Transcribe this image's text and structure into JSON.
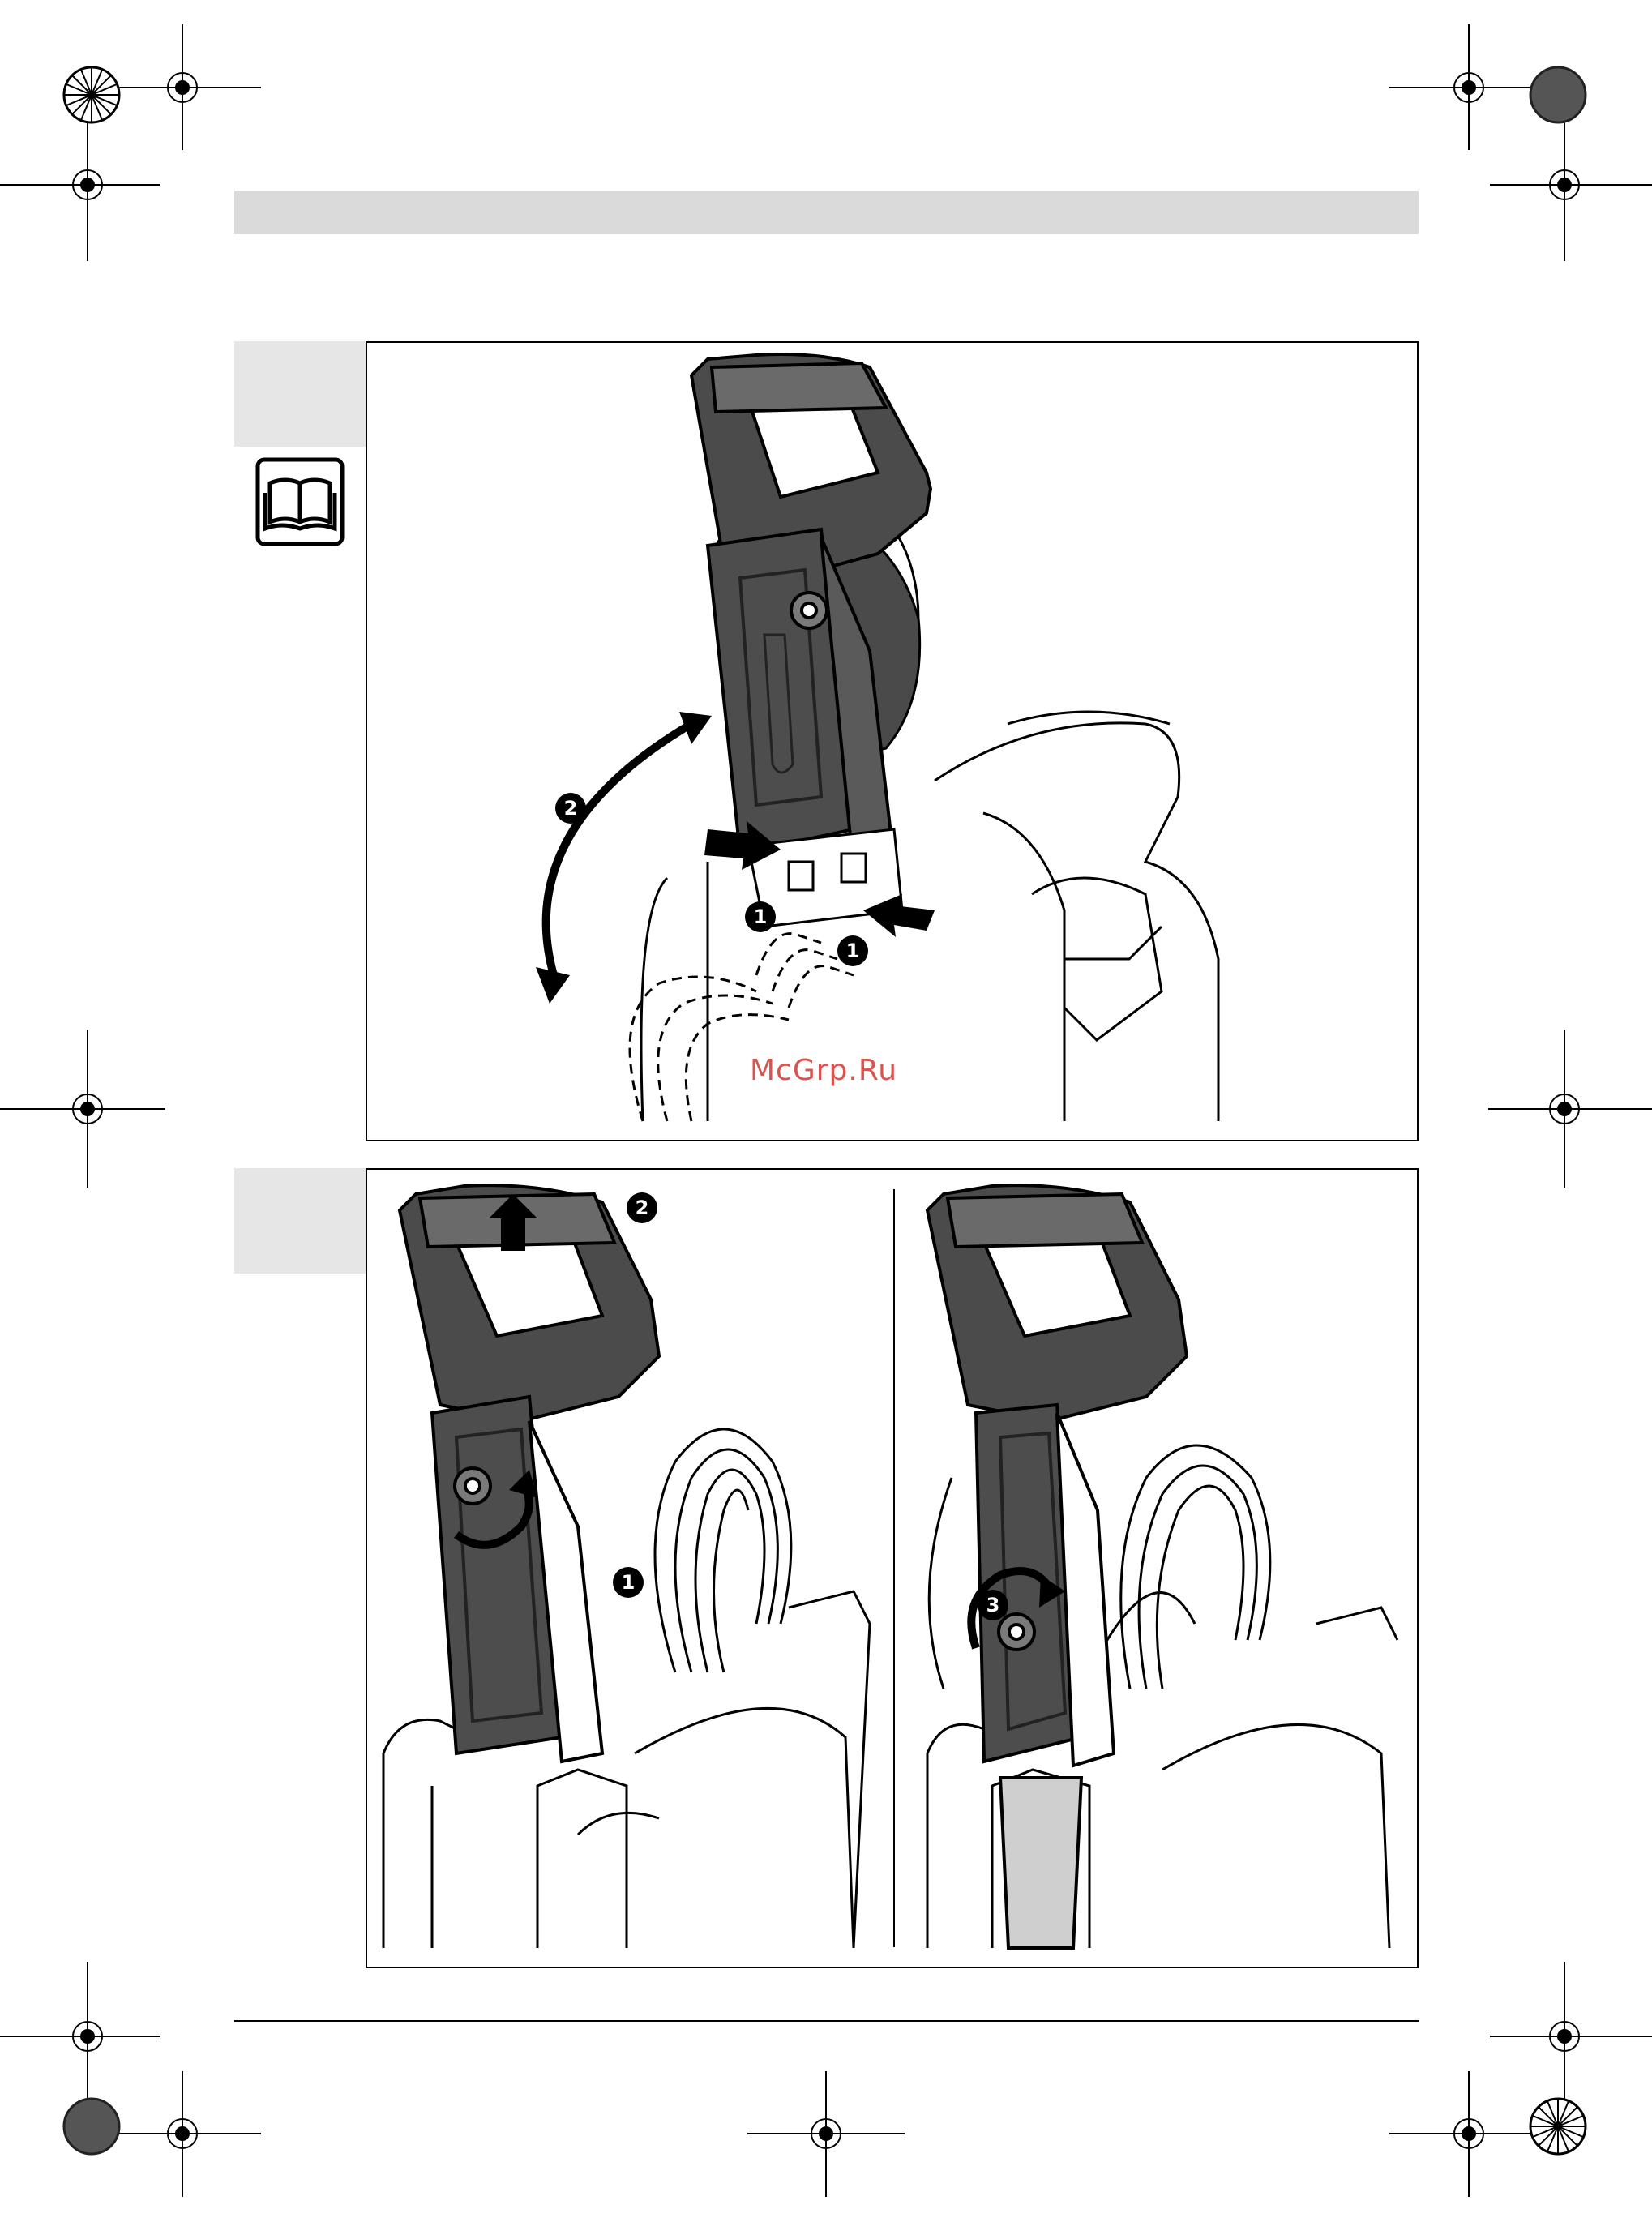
{
  "watermark": "McGrp.Ru",
  "figure1": {
    "callouts": {
      "one_left": "1",
      "one_right": "1",
      "two": "2"
    }
  },
  "figure2": {
    "left": {
      "callouts": {
        "one": "1",
        "two": "2"
      }
    },
    "right": {
      "callouts": {
        "three": "3"
      }
    }
  },
  "icons": [
    "registration-mark-icon",
    "color-wheel-icon",
    "manual-book-icon"
  ]
}
